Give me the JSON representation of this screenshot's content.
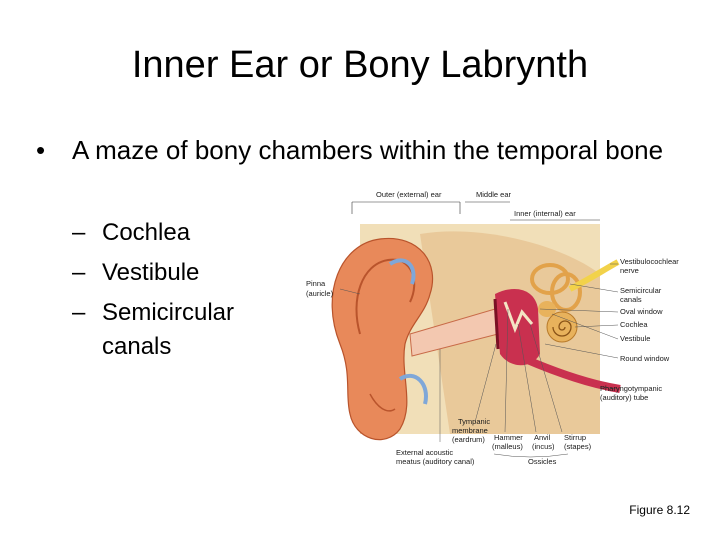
{
  "slide": {
    "title": "Inner Ear or Bony Labrynth",
    "bullet": "A maze of bony chambers within the temporal bone",
    "subitems": [
      "Cochlea",
      "Vestibule",
      "Semicircular",
      "canals"
    ],
    "caption": "Figure 8.12"
  },
  "figure": {
    "labels": {
      "outer": "Outer (external) ear",
      "middle": "Middle ear",
      "inner": "Inner (internal) ear",
      "pinna1": "Pinna",
      "pinna2": "(auricle)",
      "vestnerve1": "Vestibulocochlear",
      "vestnerve2": "nerve",
      "semicirc1": "Semicircular",
      "semicirc2": "canals",
      "oval": "Oval window",
      "cochlea": "Cochlea",
      "vestibule": "Vestibule",
      "round": "Round window",
      "pharyn1": "Pharyngotympanic",
      "pharyn2": "(auditory) tube",
      "tymp1": "Tympanic",
      "tymp2": "membrane",
      "tymp3": "(eardrum)",
      "hammer1": "Hammer",
      "hammer2": "(malleus)",
      "anvil1": "Anvil",
      "anvil2": "(incus)",
      "stirrup1": "Stirrup",
      "stirrup2": "(stapes)",
      "meatus1": "External acoustic",
      "meatus2": "meatus (auditory canal)",
      "ossicles": "Ossicles"
    }
  }
}
